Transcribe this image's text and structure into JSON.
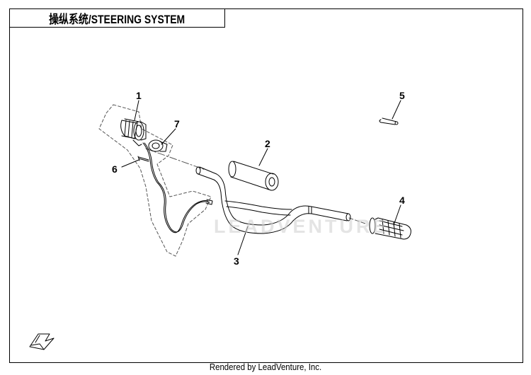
{
  "header": {
    "title": "操纵系统/STEERING SYSTEM"
  },
  "watermark": "LEADVENTURE",
  "footer": {
    "credit": "Rendered by LeadVenture, Inc."
  },
  "callouts": [
    "1",
    "2",
    "3",
    "4",
    "5",
    "6",
    "7"
  ],
  "colors": {
    "line": "#000000",
    "dash": "#555555",
    "watermark": "#cfcfcf",
    "bg": "#ffffff"
  }
}
